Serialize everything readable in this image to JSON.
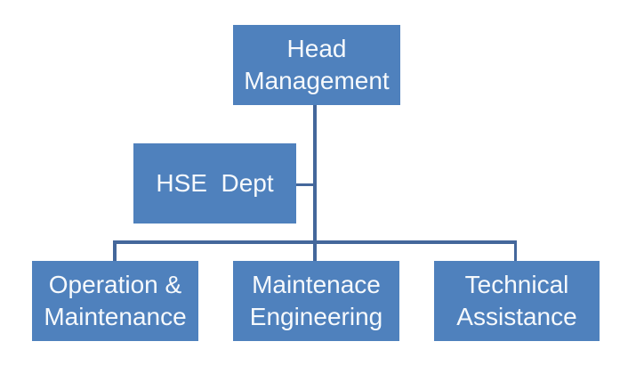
{
  "colors": {
    "box_fill": "#4f81bd",
    "box_text": "#f6f9fc",
    "connector": "#44679b",
    "background": "#ffffff"
  },
  "org_chart": {
    "type": "org-tree",
    "nodes": {
      "head": {
        "label": "Head Management"
      },
      "hse": {
        "label": "HSE  Dept"
      },
      "operation": {
        "label": "Operation & Maintenance"
      },
      "maintenance": {
        "label": "Maintenace Engineering"
      },
      "technical": {
        "label": "Technical Assistance"
      }
    },
    "edges": [
      {
        "from": "Head Management",
        "to": "HSE  Dept"
      },
      {
        "from": "Head Management",
        "to": "Operation & Maintenance"
      },
      {
        "from": "Head Management",
        "to": "Maintenace Engineering"
      },
      {
        "from": "Head Management",
        "to": "Technical Assistance"
      }
    ]
  }
}
